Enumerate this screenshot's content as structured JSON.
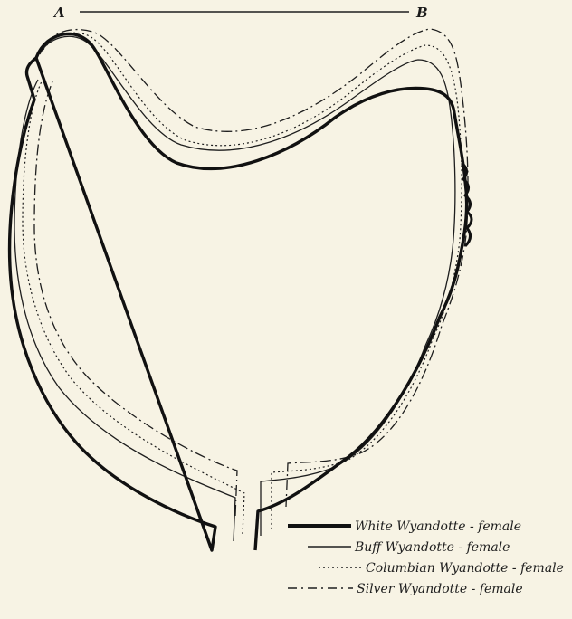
{
  "diagram": {
    "point_a": "A",
    "point_b": "B",
    "colors": {
      "paper": "#f7f3e4",
      "ink": "#1e1e1e"
    },
    "legend": [
      {
        "label": "White Wyandotte - female",
        "line_style": "thick-solid"
      },
      {
        "label": "Buff Wyandotte - female",
        "line_style": "thin-solid"
      },
      {
        "label": "Columbian Wyandotte - female",
        "line_style": "dotted"
      },
      {
        "label": "Silver Wyandotte - female",
        "line_style": "dash-dot"
      }
    ]
  }
}
